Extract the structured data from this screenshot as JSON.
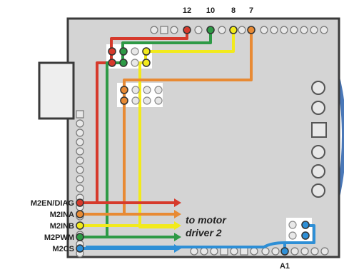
{
  "header_pins": [
    {
      "label": "12",
      "color": "#d63a2c"
    },
    {
      "label": "10",
      "color": "#2e9a46"
    },
    {
      "label": "8",
      "color": "#f2ea1c"
    },
    {
      "label": "7",
      "color": "#e88a34"
    }
  ],
  "analog_pin": {
    "label": "A1",
    "color": "#2e8fd6"
  },
  "left_labels": [
    {
      "label": "M2EN/DIAG",
      "color": "#d63a2c"
    },
    {
      "label": "M2INA",
      "color": "#e88a34"
    },
    {
      "label": "M2INB",
      "color": "#f2ea1c"
    },
    {
      "label": "M2PWM",
      "color": "#2e9a46"
    },
    {
      "label": "M2CS",
      "color": "#2e8fd6"
    }
  ],
  "note": {
    "line1": "to motor",
    "line2": "driver 2"
  },
  "colors": {
    "board_fill": "#d4d4d4",
    "board_stroke": "#3a3a3a",
    "outline_blue": "#4a78b8"
  }
}
